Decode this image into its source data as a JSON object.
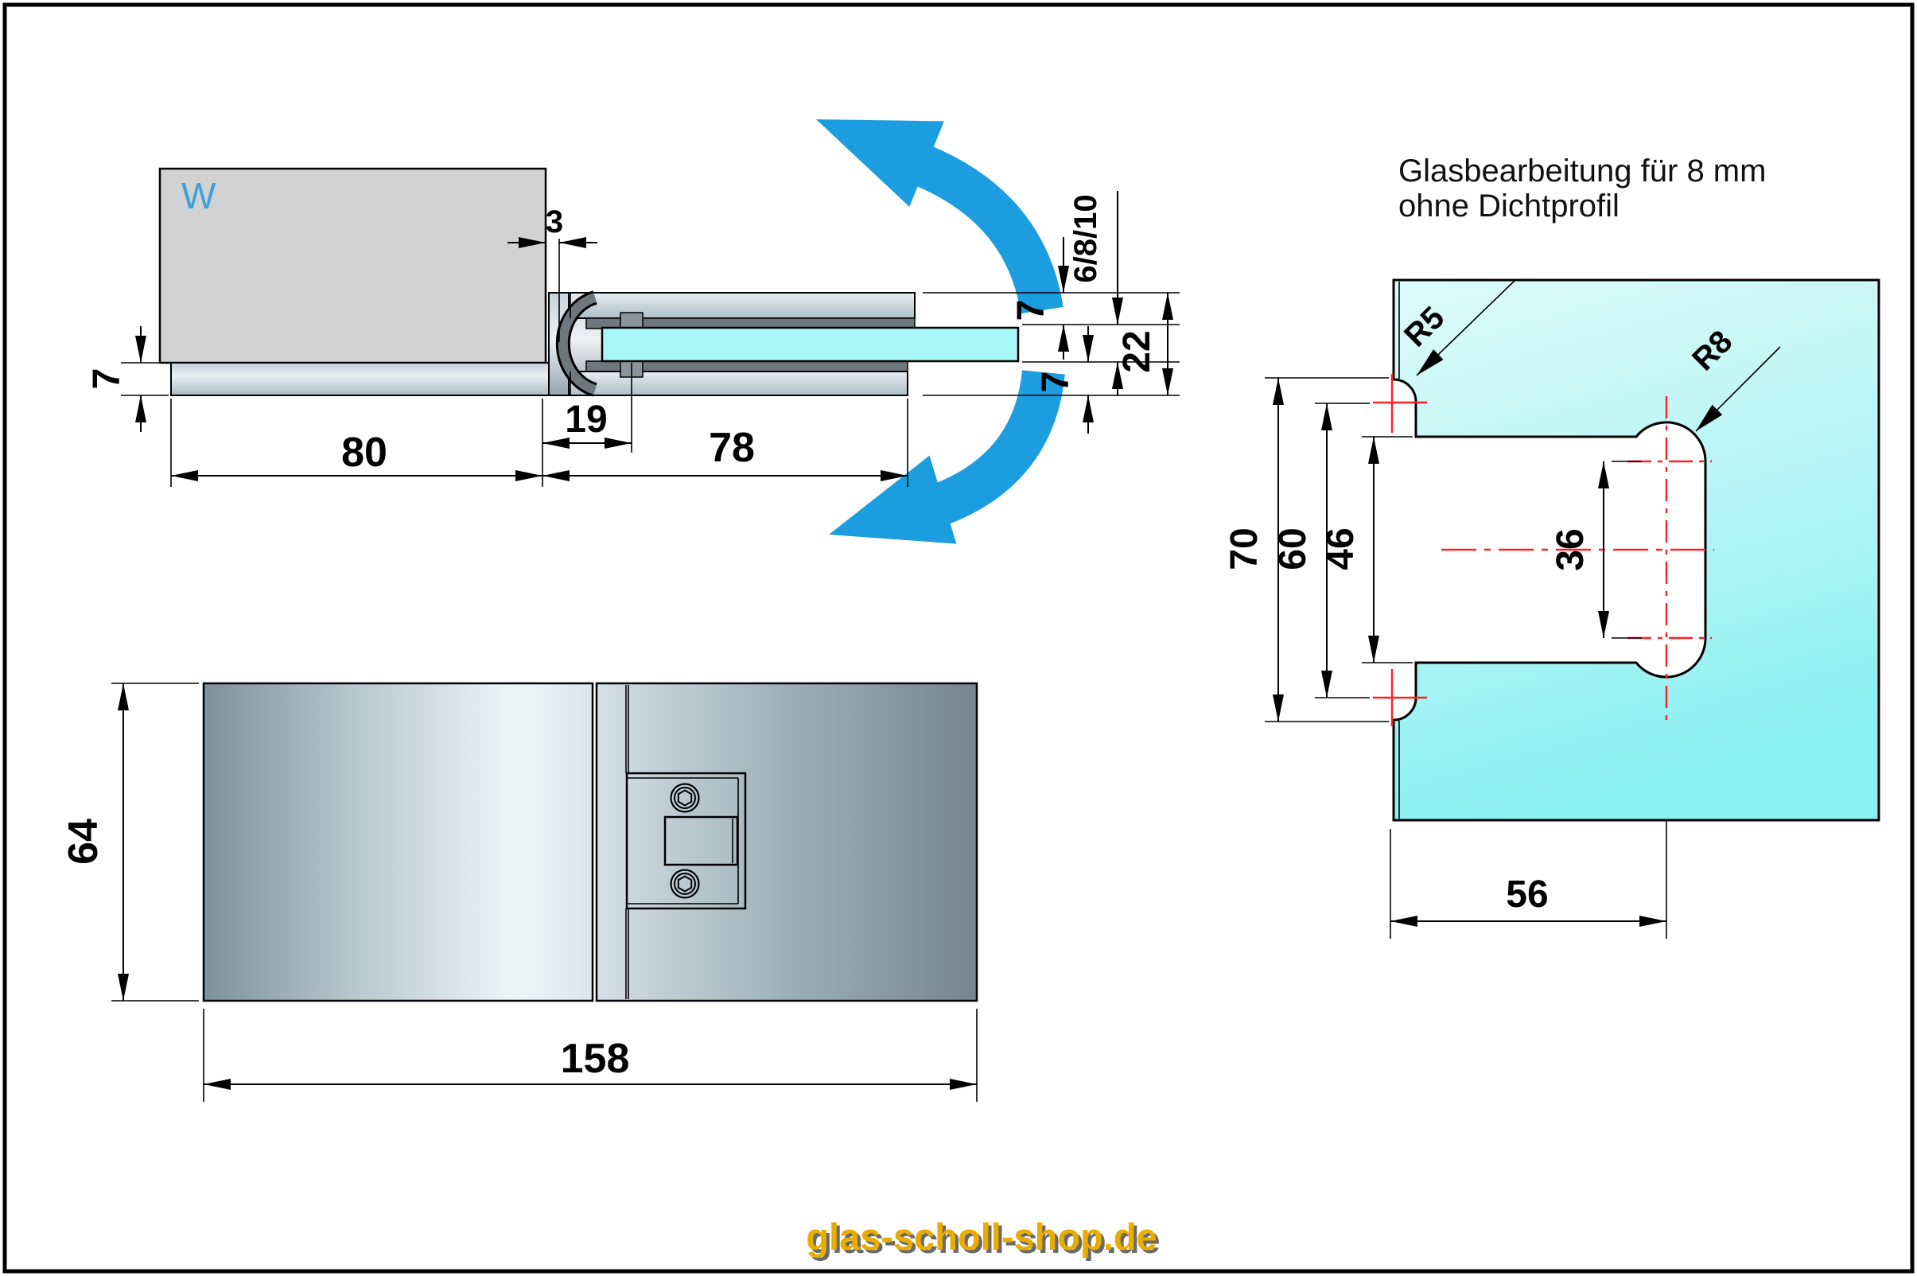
{
  "cross_section": {
    "wall_label": "W",
    "dim_gap": "3",
    "dim_wall_plate": "7",
    "dim_wall_width": "80",
    "dim_pivot_offset": "19",
    "dim_body_length": "78",
    "dim_glass_thickness": "6/8/10",
    "dim_clamp_top": "7",
    "dim_clamp_bottom": "7",
    "dim_total_height": "22"
  },
  "glass_diagram": {
    "title_line1": "Glasbearbeitung für 8 mm",
    "title_line2": "ohne Dichtprofil",
    "dim_notch_height": "70",
    "dim_hole_centers": "60",
    "dim_inner_height": "46",
    "dim_bump_centers": "36",
    "dim_cutout_depth": "56",
    "radius_small": "R5",
    "radius_large": "R8"
  },
  "plan_view": {
    "dim_height": "64",
    "dim_width": "158"
  },
  "watermark": "glas-scholl-shop.de",
  "colors": {
    "accent_blue": "#1B9DDF",
    "glass_cyan": "#A8F7F8",
    "centerline_red": "#FF2020",
    "watermark_gold": "#E9AC00"
  }
}
